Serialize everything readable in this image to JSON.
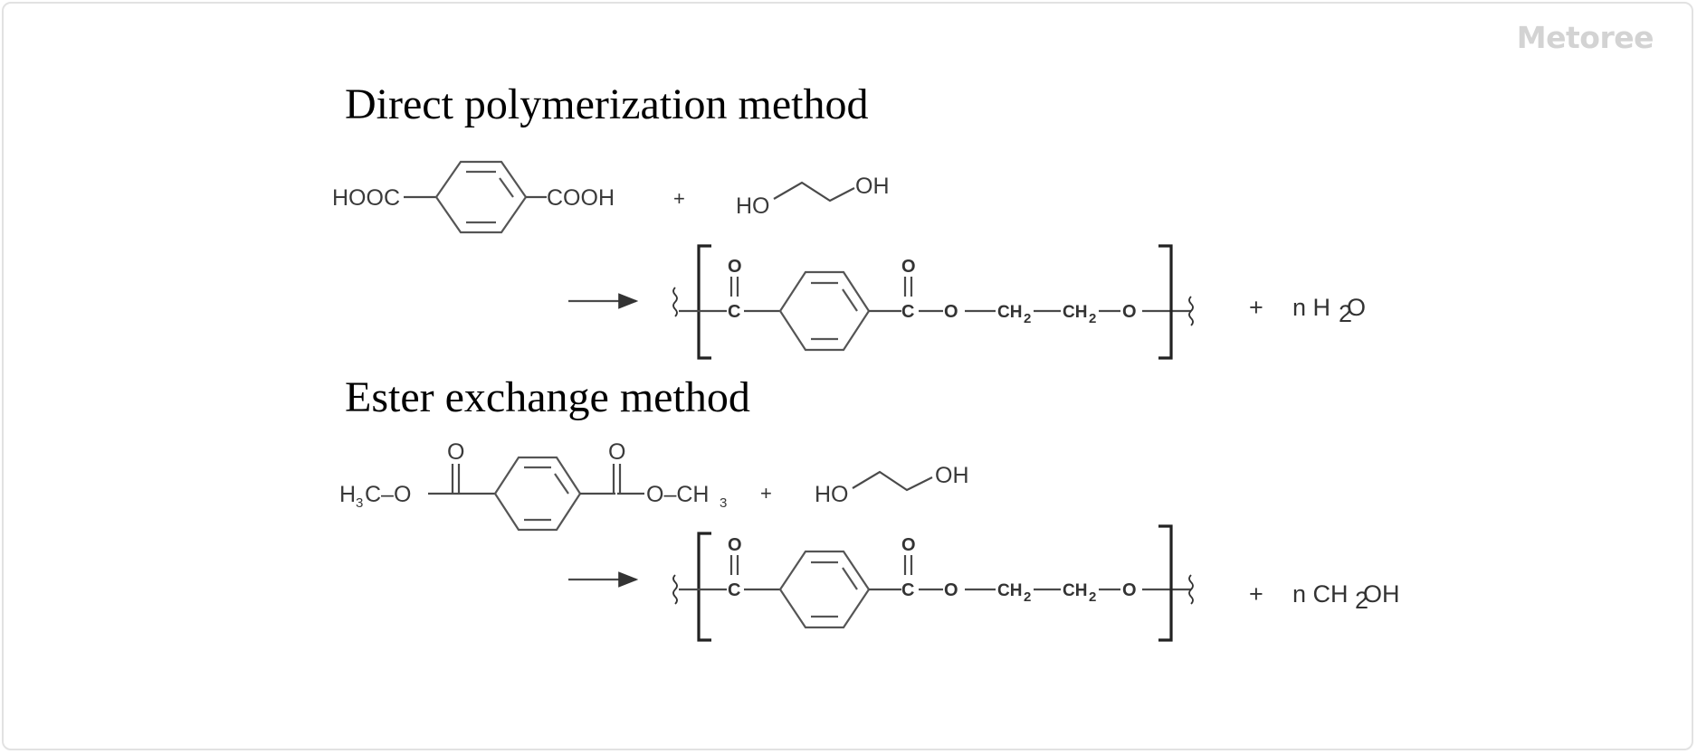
{
  "brand": {
    "watermark": "Metoree"
  },
  "sections": [
    {
      "title": "Direct polymerization method",
      "reactant_1": {
        "left_group": "HOOC",
        "right_group": "COOH"
      },
      "plus": "+",
      "reactant_2": {
        "left": "HO",
        "right": "OH"
      },
      "product": {
        "carbonyl_o": "O",
        "carbon": "C",
        "ester_o": "O",
        "ch2": "CH",
        "sub_2": "2",
        "end_o": "O"
      },
      "byproduct_plus": "+",
      "byproduct_prefix": "n H",
      "byproduct_sub": "2",
      "byproduct_suffix": "O"
    },
    {
      "title": "Ester exchange method",
      "reactant_1": {
        "left_methyl": "H",
        "sub_3": "3",
        "left_rest": "C–O",
        "carbonyl_o": "O",
        "right_rest": "O–CH"
      },
      "plus": "+",
      "reactant_2": {
        "left": "HO",
        "right": "OH"
      },
      "product": {
        "carbonyl_o": "O",
        "carbon": "C",
        "ester_o": "O",
        "ch2": "CH",
        "sub_2": "2",
        "end_o": "O"
      },
      "byproduct_plus": "+",
      "byproduct_prefix": "n CH",
      "byproduct_sub": "2",
      "byproduct_suffix": "OH"
    }
  ]
}
